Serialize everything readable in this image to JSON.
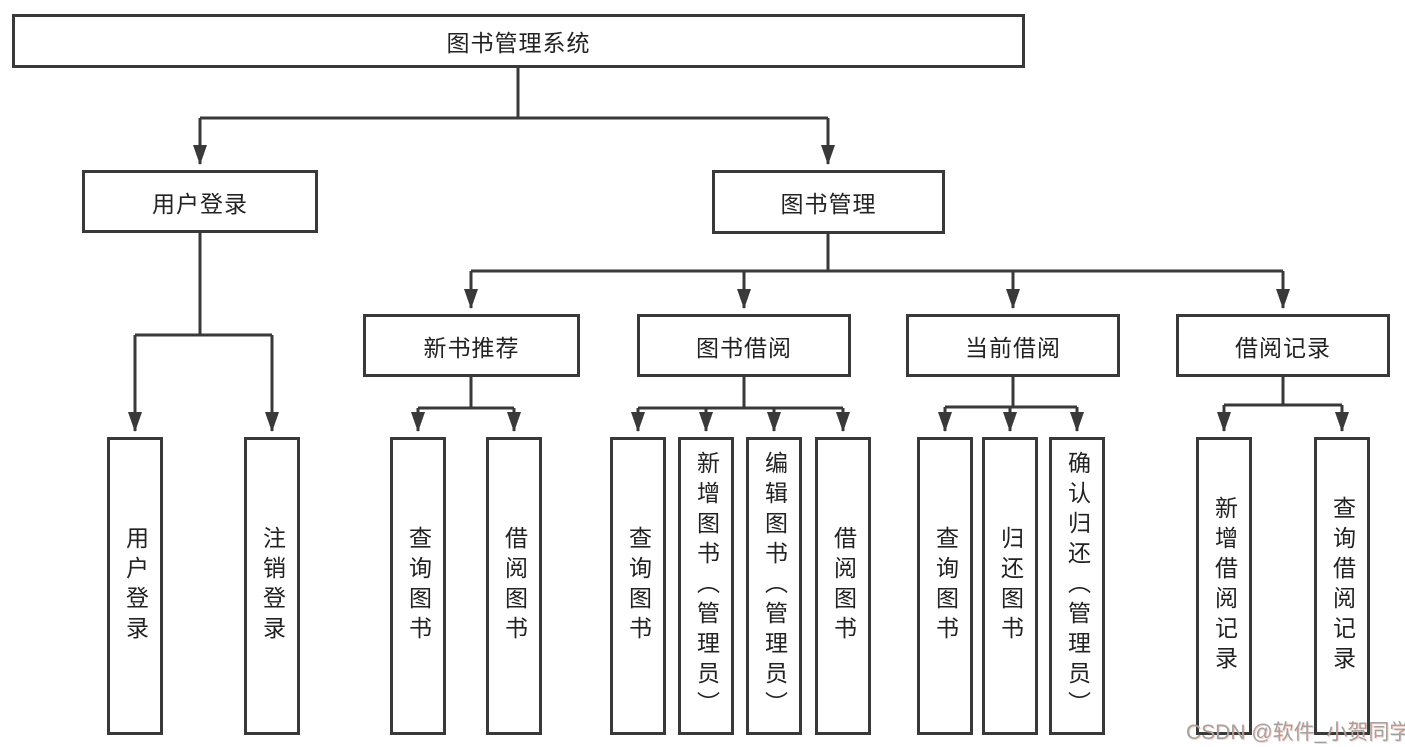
{
  "diagram": {
    "watermark": "CSDN @软件_小贺同学",
    "colors": {
      "line": "#393939",
      "text": "#222222",
      "background": "#ffffff",
      "watermark": "#a2a2a2"
    },
    "tree": {
      "label": "图书管理系统",
      "children": [
        {
          "label": "用户登录",
          "children": [
            {
              "label": "用户登录"
            },
            {
              "label": "注销登录"
            }
          ]
        },
        {
          "label": "图书管理",
          "children": [
            {
              "label": "新书推荐",
              "children": [
                {
                  "label": "查询图书"
                },
                {
                  "label": "借阅图书"
                }
              ]
            },
            {
              "label": "图书借阅",
              "children": [
                {
                  "label": "查询图书"
                },
                {
                  "label": "新增图书（管理员）"
                },
                {
                  "label": "编辑图书（管理员）"
                },
                {
                  "label": "借阅图书"
                }
              ]
            },
            {
              "label": "当前借阅",
              "children": [
                {
                  "label": "查询图书"
                },
                {
                  "label": "归还图书"
                },
                {
                  "label": "确认归还（管理员）"
                }
              ]
            },
            {
              "label": "借阅记录",
              "children": [
                {
                  "label": "新增借阅记录"
                },
                {
                  "label": "查询借阅记录"
                }
              ]
            }
          ]
        }
      ]
    }
  }
}
